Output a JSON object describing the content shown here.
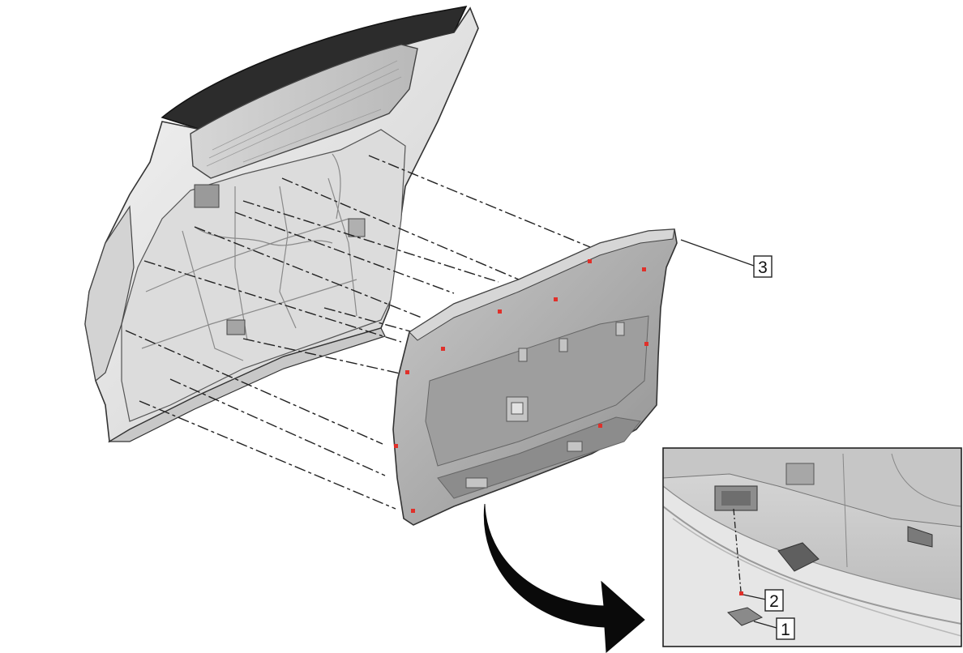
{
  "callouts": {
    "one": "1",
    "two": "2",
    "three": "3"
  },
  "colors": {
    "marker": "#e0302a",
    "outline": "#222222",
    "panel_fill": "#a9a9a9",
    "door_fill": "#e9e9e9"
  }
}
